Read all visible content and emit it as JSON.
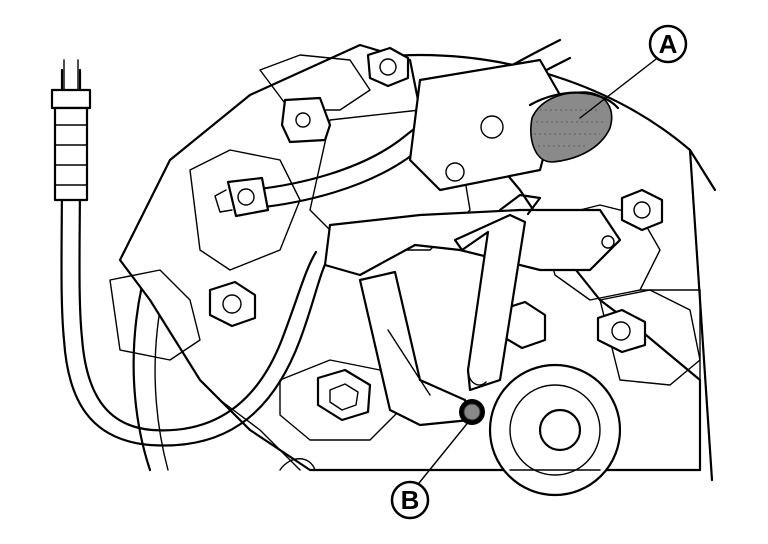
{
  "figure": {
    "callouts": [
      {
        "id": "A",
        "label": "A"
      },
      {
        "id": "B",
        "label": "B"
      }
    ]
  }
}
